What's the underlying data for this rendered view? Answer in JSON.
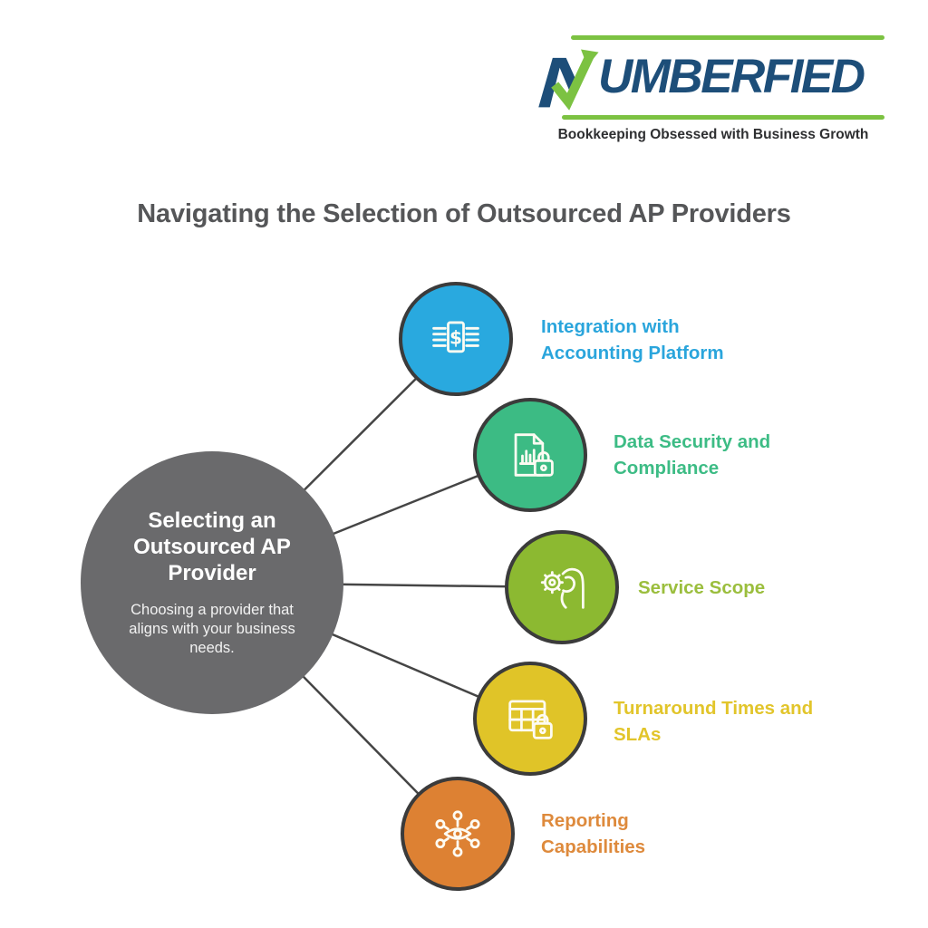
{
  "logo": {
    "wordmark_rest": "UMBERFIED",
    "brand": "NUMBERFIED",
    "tagline": "Bookkeeping Obsessed with Business Growth",
    "green": "#7CC242",
    "navy": "#1D4E79"
  },
  "title": "Navigating the Selection of Outsourced AP Providers",
  "hub": {
    "title": "Selecting an Outsourced AP Provider",
    "subtitle": "Choosing a provider that aligns with your business needs.",
    "color": "#6A6A6C"
  },
  "nodes": [
    {
      "label": "Integration with Accounting Platform",
      "color": "#29A9DF",
      "icon": "money-stack-icon"
    },
    {
      "label": "Data Security and Compliance",
      "color": "#3CBB84",
      "icon": "secure-document-icon"
    },
    {
      "label": "Service Scope",
      "color": "#8CB931",
      "icon": "hand-gear-icon"
    },
    {
      "label": "Turnaround Times and SLAs",
      "color": "#E0C428",
      "icon": "table-lock-icon"
    },
    {
      "label": "Reporting Capabilities",
      "color": "#DD8133",
      "icon": "network-eye-icon"
    }
  ],
  "label_colors": {
    "n0": "#2AA5DC",
    "n1": "#3DBC85",
    "n2": "#9BBE3D",
    "n3": "#E2C52B",
    "n4": "#DE8A3C"
  },
  "icons": {
    "dollar": "$"
  },
  "colors": {
    "line": "#454545",
    "icon_stroke": "#FDFBF2",
    "title_text": "#555658"
  }
}
